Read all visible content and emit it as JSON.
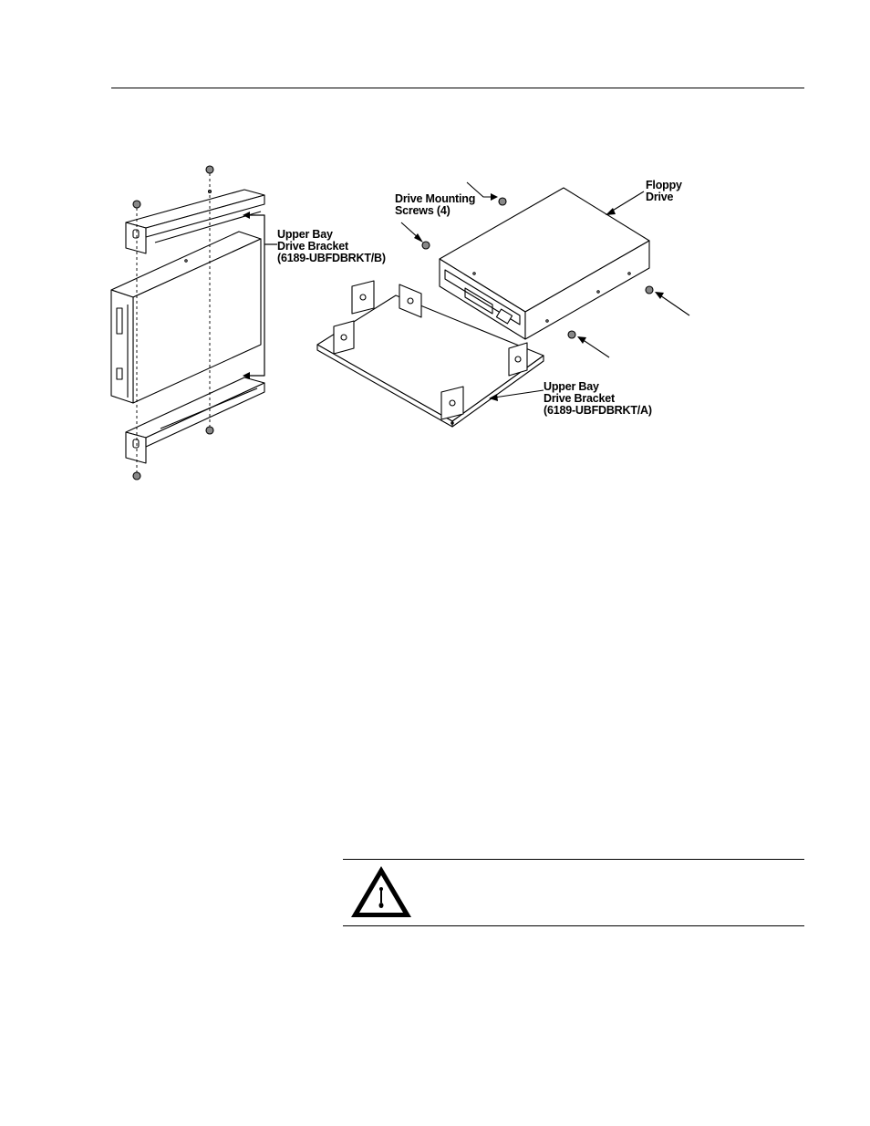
{
  "figure": {
    "labels": {
      "bracket_b": [
        "Upper Bay",
        "Drive Bracket",
        "(6189-UBFDBRKT/B)"
      ],
      "screws": [
        "Drive Mounting",
        "Screws (4)"
      ],
      "floppy": [
        "Floppy",
        "Drive"
      ],
      "bracket_a": [
        "Upper Bay",
        "Drive Bracket",
        "(6189-UBFDBRKT/A)"
      ]
    }
  },
  "icons": {
    "warning": "warning-triangle-icon"
  }
}
